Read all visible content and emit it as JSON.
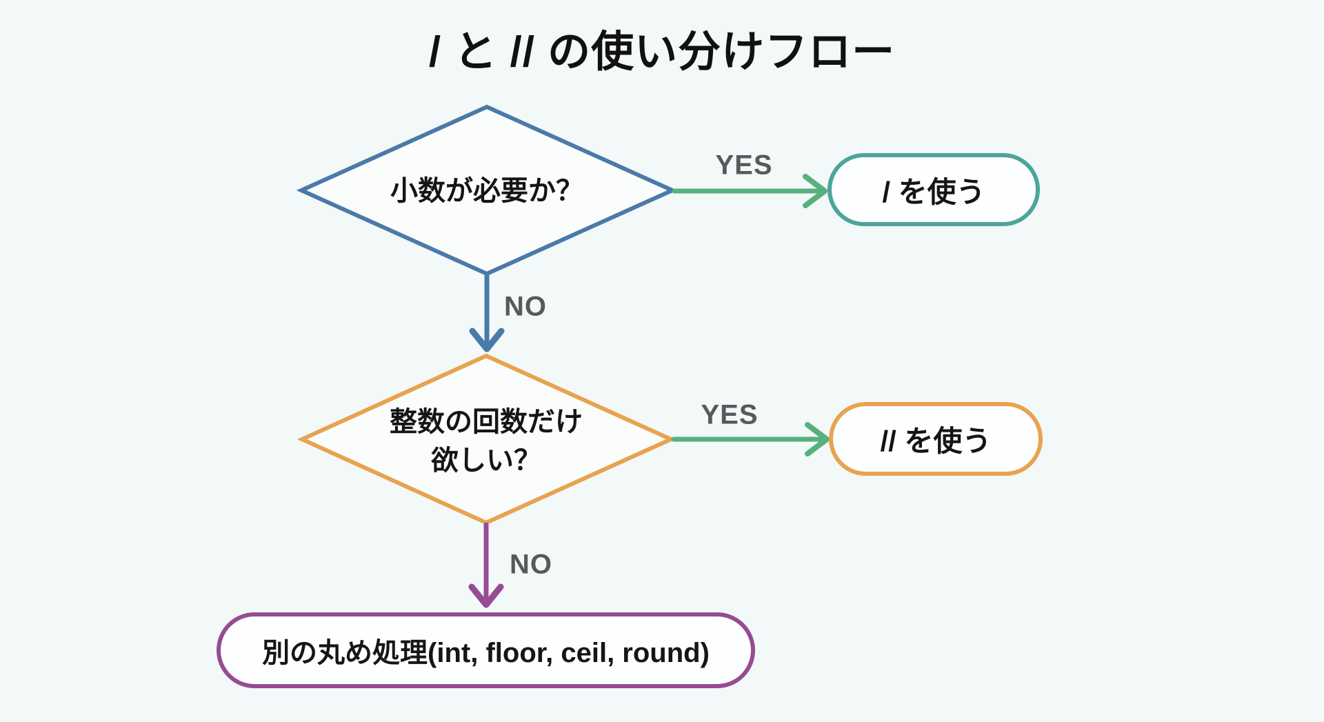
{
  "title": "/ と // の使い分けフロー",
  "colors": {
    "background": "#f3f8f9",
    "decision1_border": "#4a7aa9",
    "decision2_border": "#e8a34f",
    "yes_arrow": "#57b17c",
    "no_arrow1": "#4a7aa9",
    "no_arrow2": "#964b93",
    "result_slash_border": "#4ea49a",
    "result_floordiv_border": "#e8a34f",
    "result_other_border": "#964b93",
    "edge_label_gray": "#58595b",
    "text": "#151515"
  },
  "flow": {
    "decision1": {
      "text": "小数が必要か？"
    },
    "decision2": {
      "text": "整数の回数だけ\n欲しい？"
    },
    "result_slash": {
      "text": "/ を使う"
    },
    "result_floordiv": {
      "text": "// を使う"
    },
    "result_other": {
      "text": "別の丸め処理(int, floor, ceil, round)"
    },
    "labels": {
      "yes1": "YES",
      "no1": "NO",
      "yes2": "YES",
      "no2": "NO"
    }
  }
}
